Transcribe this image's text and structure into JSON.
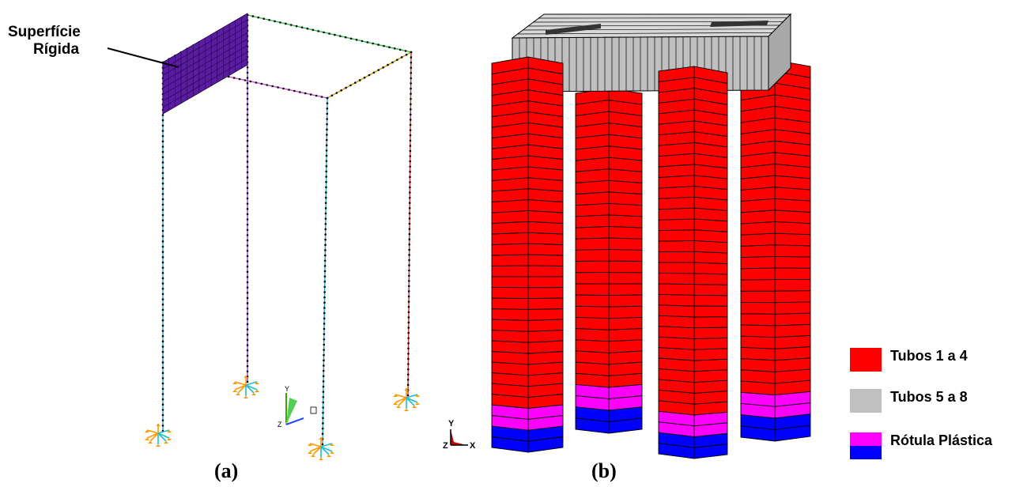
{
  "panel_a": {
    "annotation": [
      "Superfície",
      "Rígida"
    ],
    "caption": "(a)",
    "axes": {
      "y": "Y",
      "z": "Z"
    }
  },
  "panel_b": {
    "caption": "(b)",
    "axes": {
      "y": "Y",
      "z": "Z",
      "x": "X"
    }
  },
  "legend": {
    "items": [
      {
        "label": "Tubos 1 a 4",
        "colors": [
          "#ff0000"
        ]
      },
      {
        "label": "Tubos 5 a 8",
        "colors": [
          "#c0c0c0"
        ]
      },
      {
        "label": "Rótula Plástica",
        "colors": [
          "#ff00ff",
          "#0000ff"
        ]
      }
    ]
  },
  "colors": {
    "tubes_1_4": "#ff0000",
    "tubes_5_8": "#c0c0c0",
    "hinge_top": "#ff00ff",
    "hinge_bottom": "#0000ff",
    "rigid_surface": "#5a1ca0"
  }
}
